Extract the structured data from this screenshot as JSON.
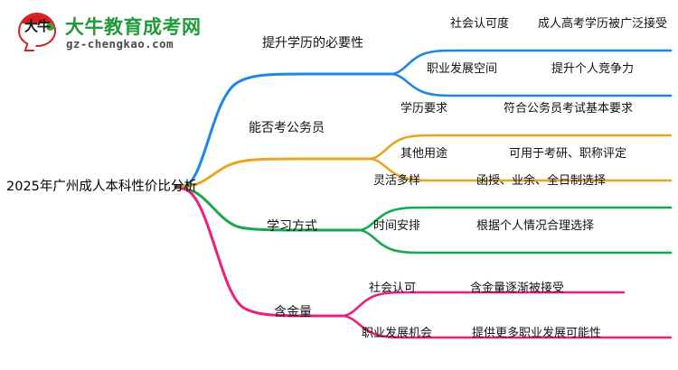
{
  "logo": {
    "mark_text": "大牛",
    "title": "大牛教育成考网",
    "subtitle": "gz-chengkao.com",
    "brand_green": "#1f9b3a",
    "brand_red": "#d3201f"
  },
  "mindmap": {
    "root": {
      "label": "2025年广州成人本科性价比分析"
    },
    "branches": [
      {
        "label": "提升学历的必要性",
        "color": "#1e86e8",
        "children": [
          {
            "label": "社会认可度",
            "detail": "成人高考学历被广泛接受"
          },
          {
            "label": "职业发展空间",
            "detail": "提升个人竞争力"
          }
        ]
      },
      {
        "label": "能否考公务员",
        "color": "#e8a521",
        "children": [
          {
            "label": "学历要求",
            "detail": "符合公务员考试基本要求"
          },
          {
            "label": "其他用途",
            "detail": "可用于考研、职称评定"
          }
        ]
      },
      {
        "label": "学习方式",
        "color": "#17a94f",
        "children": [
          {
            "label": "灵活多样",
            "detail": "函授、业余、全日制选择"
          },
          {
            "label": "时间安排",
            "detail": "根据个人情况合理选择"
          }
        ]
      },
      {
        "label": "含金量",
        "color": "#ec1f7a",
        "children": [
          {
            "label": "社会认可",
            "detail": "含金量逐渐被接受"
          },
          {
            "label": "职业发展机会",
            "detail": "提供更多职业发展可能性"
          }
        ]
      }
    ]
  }
}
